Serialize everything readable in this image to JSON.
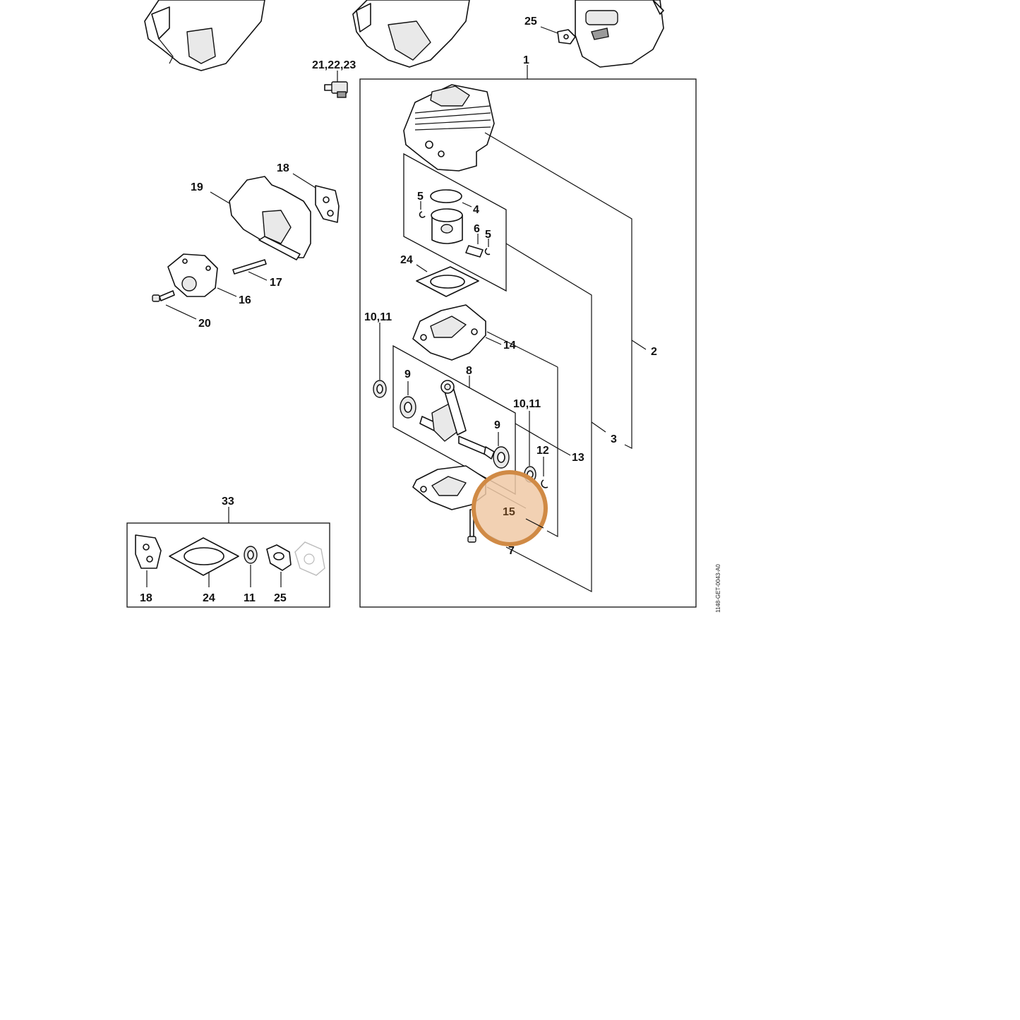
{
  "drawing_code": "1148-GET-0043-A0",
  "highlight": {
    "label": "15",
    "fill": "#f0c9a6",
    "stroke": "#d08a45"
  },
  "labels": {
    "l1": "1",
    "l2": "2",
    "l3": "3",
    "l4": "4",
    "l5a": "5",
    "l5b": "5",
    "l6": "6",
    "l8": "8",
    "l9a": "9",
    "l9b": "9",
    "l10_11a": "10,11",
    "l10_11b": "10,11",
    "l12": "12",
    "l13": "13",
    "l14": "14",
    "l16": "16",
    "l17": "17",
    "l18a": "18",
    "l18b": "18",
    "l19": "19",
    "l20": "20",
    "l21_23": "21,22,23",
    "l24a": "24",
    "l24b": "24",
    "l25a": "25",
    "l25b": "25",
    "l11": "11",
    "l33": "33",
    "l7": "7"
  }
}
